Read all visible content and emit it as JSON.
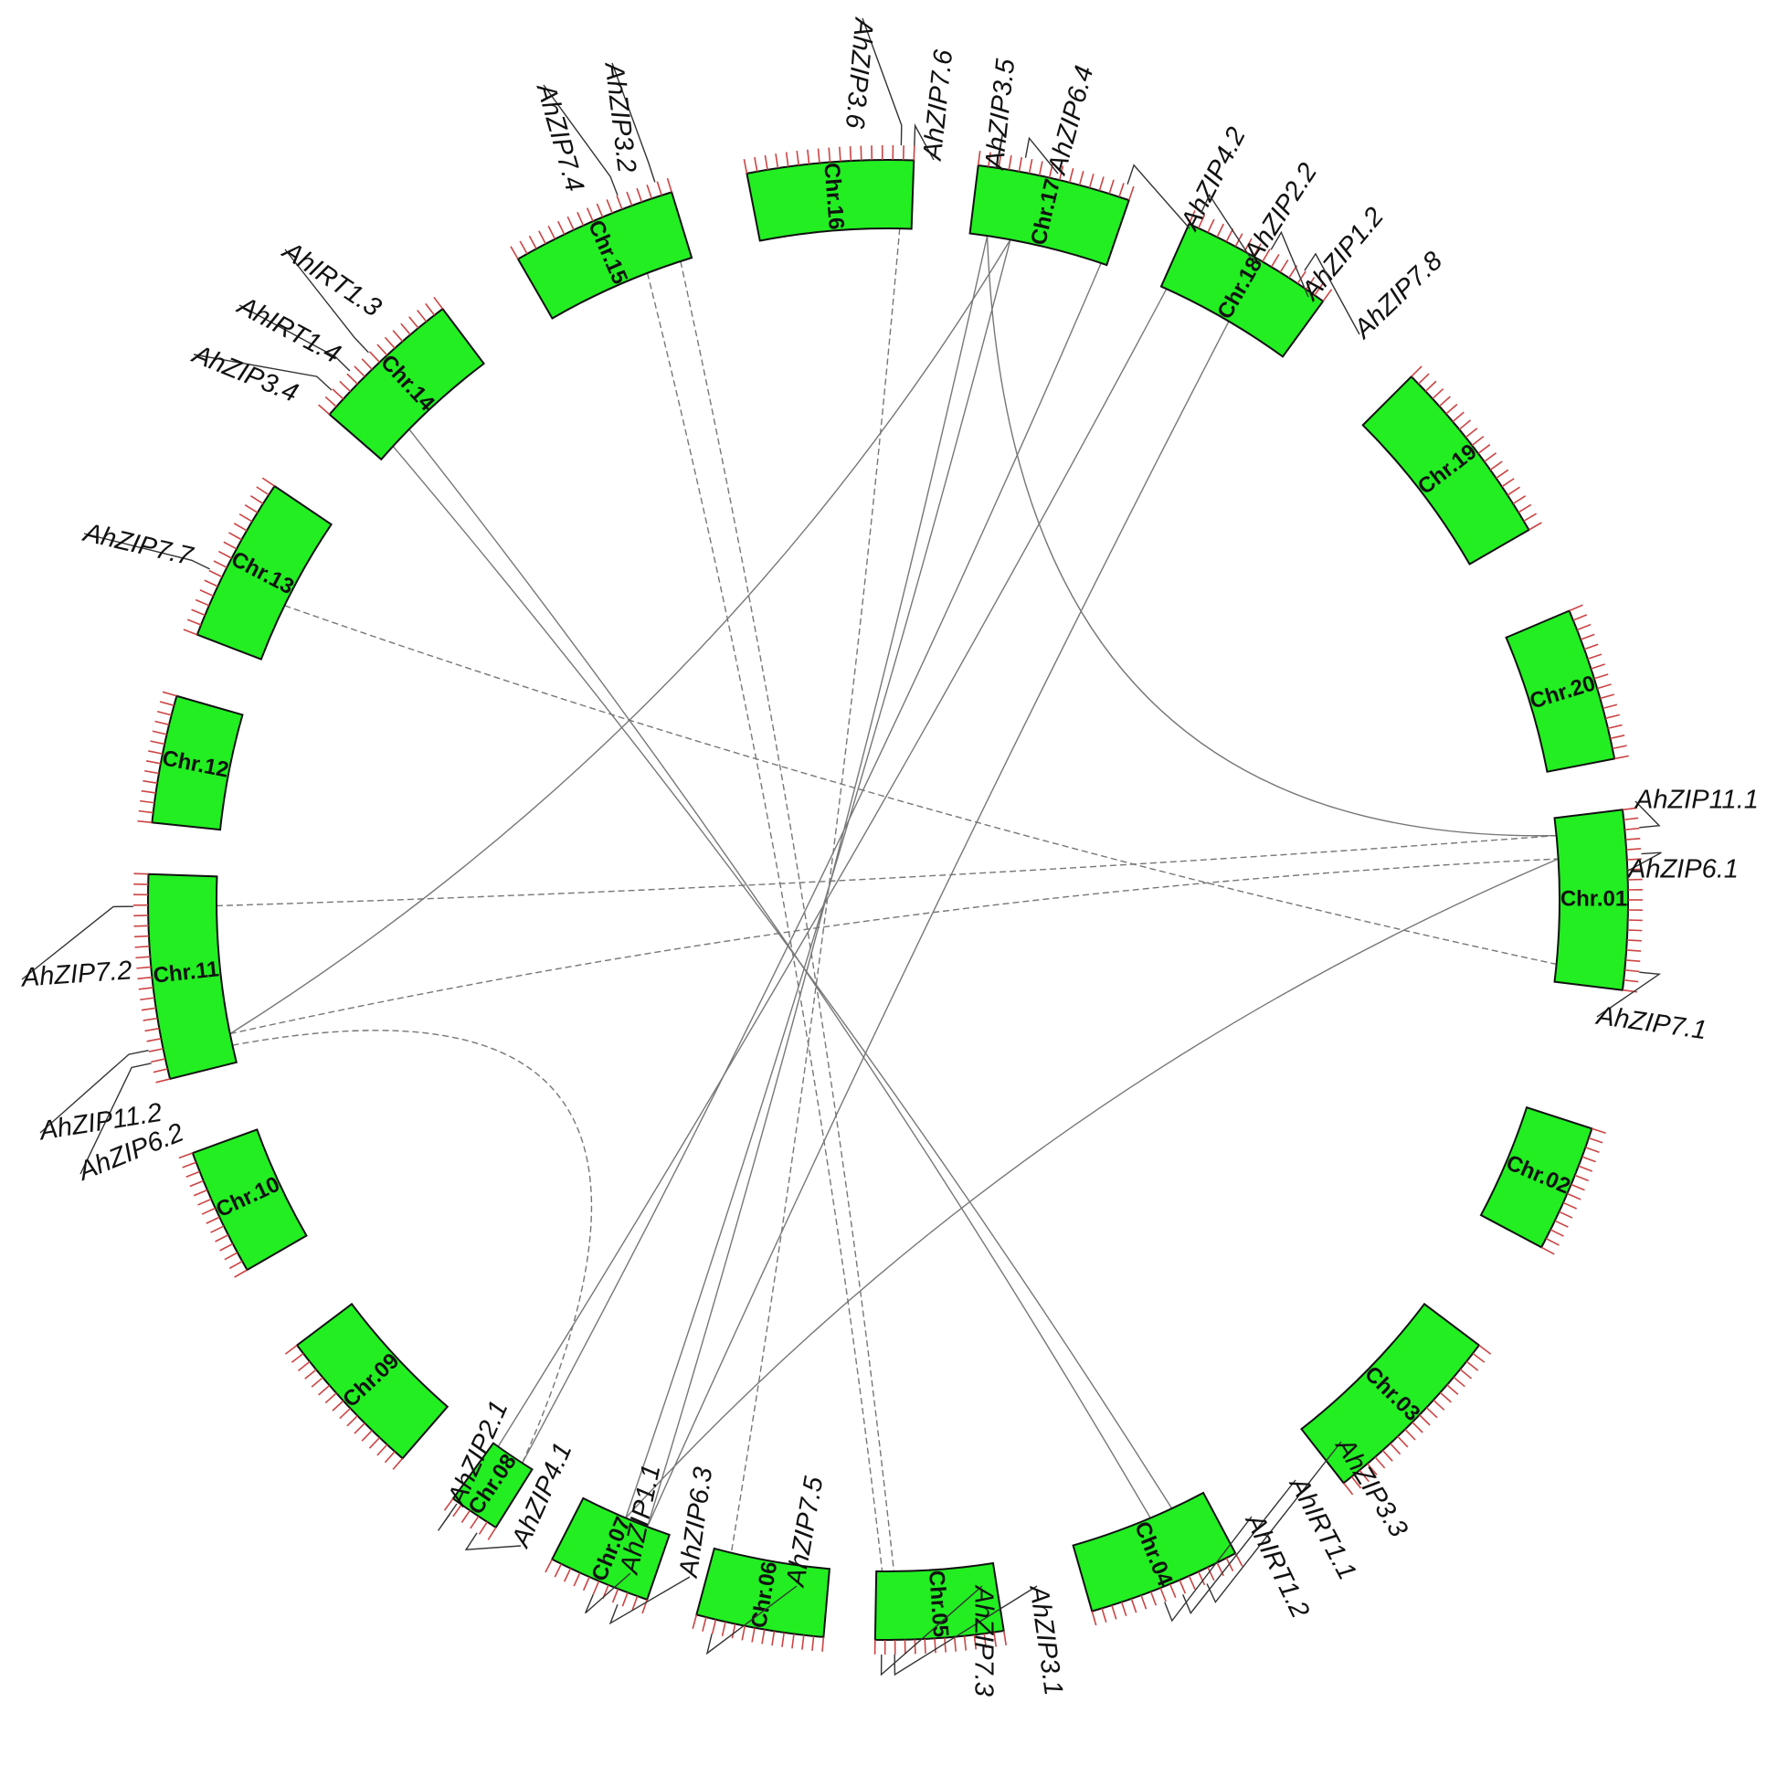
{
  "chromosomes": [
    {
      "id": "Chr.01"
    },
    {
      "id": "Chr.02"
    },
    {
      "id": "Chr.03"
    },
    {
      "id": "Chr.04"
    },
    {
      "id": "Chr.05"
    },
    {
      "id": "Chr.06"
    },
    {
      "id": "Chr.07"
    },
    {
      "id": "Chr.08"
    },
    {
      "id": "Chr.09"
    },
    {
      "id": "Chr.10"
    },
    {
      "id": "Chr.11"
    },
    {
      "id": "Chr.12"
    },
    {
      "id": "Chr.13"
    },
    {
      "id": "Chr.14"
    },
    {
      "id": "Chr.15"
    },
    {
      "id": "Chr.16"
    },
    {
      "id": "Chr.17"
    },
    {
      "id": "Chr.18"
    },
    {
      "id": "Chr.19"
    },
    {
      "id": "Chr.20"
    }
  ],
  "genes": [
    {
      "name": "AhZIP11.1",
      "chr": "Chr.01"
    },
    {
      "name": "AhZIP6.1",
      "chr": "Chr.01"
    },
    {
      "name": "AhZIP7.1",
      "chr": "Chr.01"
    },
    {
      "name": "AhZIP3.3",
      "chr": "Chr.04"
    },
    {
      "name": "AhIRT1.1",
      "chr": "Chr.04"
    },
    {
      "name": "AhIRT1.2",
      "chr": "Chr.04"
    },
    {
      "name": "AhZIP3.1",
      "chr": "Chr.05"
    },
    {
      "name": "AhZIP7.3",
      "chr": "Chr.05"
    },
    {
      "name": "AhZIP7.5",
      "chr": "Chr.06"
    },
    {
      "name": "AhZIP6.3",
      "chr": "Chr.07"
    },
    {
      "name": "AhZIP1.1",
      "chr": "Chr.07"
    },
    {
      "name": "AhZIP4.1",
      "chr": "Chr.08"
    },
    {
      "name": "AhZIP2.1",
      "chr": "Chr.08"
    },
    {
      "name": "AhZIP6.2",
      "chr": "Chr.11"
    },
    {
      "name": "AhZIP11.2",
      "chr": "Chr.11"
    },
    {
      "name": "AhZIP7.2",
      "chr": "Chr.11"
    },
    {
      "name": "AhZIP7.7",
      "chr": "Chr.13"
    },
    {
      "name": "AhZIP3.4",
      "chr": "Chr.14"
    },
    {
      "name": "AhIRT1.4",
      "chr": "Chr.14"
    },
    {
      "name": "AhIRT1.3",
      "chr": "Chr.14"
    },
    {
      "name": "AhZIP7.4",
      "chr": "Chr.15"
    },
    {
      "name": "AhZIP3.2",
      "chr": "Chr.15"
    },
    {
      "name": "AhZIP3.6",
      "chr": "Chr.16"
    },
    {
      "name": "AhZIP7.6",
      "chr": "Chr.16"
    },
    {
      "name": "AhZIP3.5",
      "chr": "Chr.17"
    },
    {
      "name": "AhZIP6.4",
      "chr": "Chr.17"
    },
    {
      "name": "AhZIP4.2",
      "chr": "Chr.17"
    },
    {
      "name": "AhZIP2.2",
      "chr": "Chr.18"
    },
    {
      "name": "AhZIP1.2",
      "chr": "Chr.18"
    },
    {
      "name": "AhZIP7.8",
      "chr": "Chr.18"
    }
  ],
  "links": [
    {
      "from": "AhZIP3.6",
      "to": "AhZIP7.5",
      "style": "dashed"
    },
    {
      "from": "AhZIP3.2",
      "to": "AhZIP3.1",
      "style": "dashed"
    },
    {
      "from": "AhZIP7.4",
      "to": "AhZIP7.3",
      "style": "dashed"
    },
    {
      "from": "AhZIP3.5",
      "to": "AhZIP6.3",
      "style": "solid"
    },
    {
      "from": "AhZIP6.4",
      "to": "AhZIP1.1",
      "style": "solid"
    },
    {
      "from": "AhZIP3.5",
      "to": "AhZIP11.1",
      "style": "solid"
    },
    {
      "from": "AhZIP4.2",
      "to": "AhZIP4.1",
      "style": "solid"
    },
    {
      "from": "AhZIP2.2",
      "to": "AhZIP2.1",
      "style": "solid"
    },
    {
      "from": "AhZIP1.2",
      "to": "AhZIP6.3",
      "style": "solid"
    },
    {
      "from": "AhZIP3.4",
      "to": "AhZIP3.3",
      "style": "solid"
    },
    {
      "from": "AhIRT1.4",
      "to": "AhIRT1.1",
      "style": "solid"
    },
    {
      "from": "AhZIP7.7",
      "to": "AhZIP7.1",
      "style": "dashed"
    },
    {
      "from": "AhZIP7.2",
      "to": "AhZIP11.1",
      "style": "dashed"
    },
    {
      "from": "AhZIP11.2",
      "to": "AhZIP6.1",
      "style": "dashed"
    },
    {
      "from": "AhZIP6.2",
      "to": "AhZIP4.1",
      "style": "dashed"
    },
    {
      "from": "AhZIP6.4",
      "to": "AhZIP11.2",
      "style": "solid"
    },
    {
      "from": "AhZIP6.1",
      "to": "AhZIP1.1",
      "style": "solid"
    }
  ],
  "colors": {
    "block": "#22ee22",
    "tick": "#cc4444",
    "link": "#777777"
  }
}
